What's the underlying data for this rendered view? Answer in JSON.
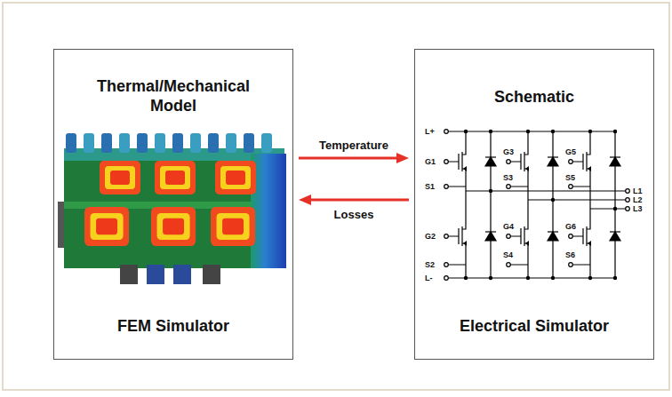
{
  "diagram": {
    "nodes": [
      {
        "text": [
          "Thermal/Mechanical Model",
          "FEM Simulator"
        ]
      },
      {
        "text": [
          "Schematic",
          "Electrical Simulator"
        ]
      }
    ],
    "edges": [
      {
        "from": 0,
        "to": 1,
        "arrow": "to",
        "label": "Temperature"
      },
      {
        "from": 1,
        "to": 0,
        "arrow": "to",
        "label": "Losses"
      }
    ],
    "labels": [
      "L+",
      "G1",
      "S1",
      "G3",
      "S3",
      "G5",
      "S5",
      "L1",
      "L2",
      "L3",
      "G2",
      "S2",
      "G4",
      "S4",
      "G6",
      "S6",
      "L-"
    ]
  }
}
